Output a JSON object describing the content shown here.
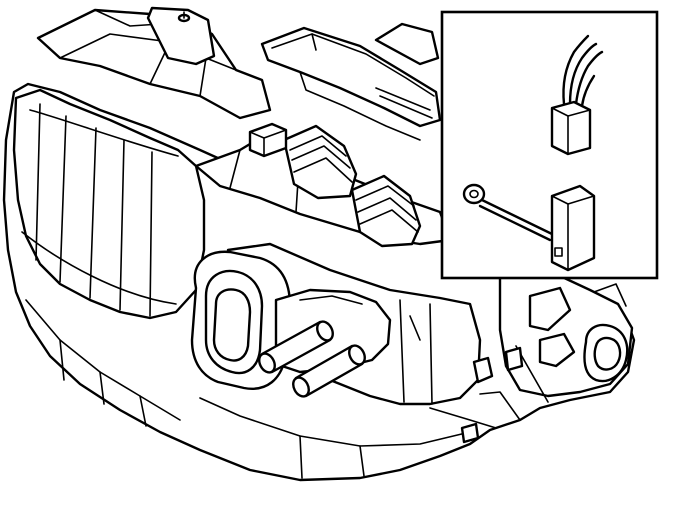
{
  "figure": {
    "kind": "technical line drawing",
    "stroke_color": "#000000",
    "background_color": "#ffffff",
    "components": {
      "main_assembly": "heater-ac-unit",
      "inset": "inset-detail-box",
      "inset_parts": [
        "wired-connector",
        "sensor-with-cable"
      ]
    }
  }
}
